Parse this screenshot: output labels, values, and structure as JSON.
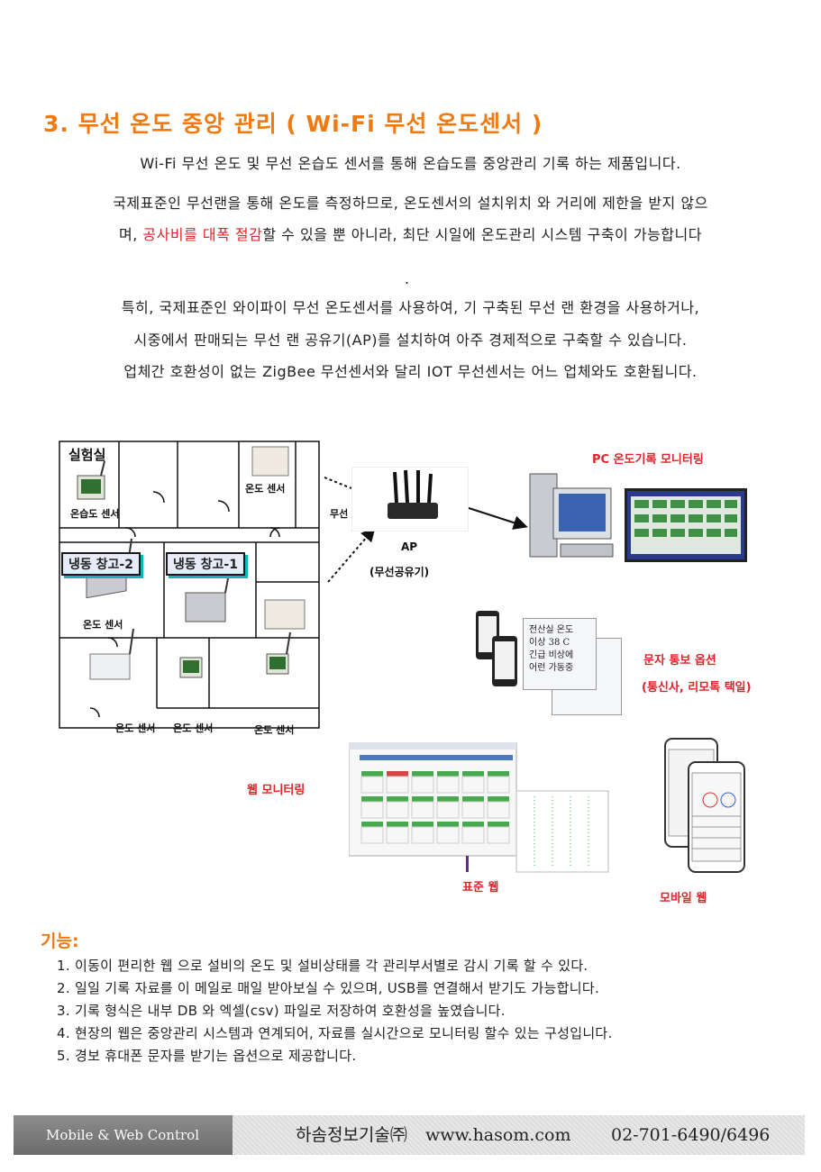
{
  "title": "3.  무선 온도 중앙 관리 ( Wi-Fi 무선 온도센서 )",
  "intro": "Wi-Fi 무선 온도 및 무선 온습도 센서를 통해  온습도를 중앙관리 기록 하는 제품입니다.",
  "para1_line1": "국제표준인 무선랜을 통해 온도를 측정하므로, 온도센서의 설치위치 와 거리에 제한을 받지 않으",
  "para1_line2_a": "며, ",
  "para1_line2_red": "공사비를 대폭 절감",
  "para1_line2_b": "할 수 있을 뿐 아니라, 최단 시일에 온도관리 시스템 구축이 가능합니다",
  "para1_dot": ".",
  "para2_line1": "특히, 국제표준인 와이파이 무선 온도센서를 사용하여, 기 구축된 무선 랜 환경을 사용하거나,",
  "para2_line2": "시중에서 판매되는 무선 랜 공유기(AP)를 설치하여 아주 경제적으로 구축할 수 있습니다.",
  "para2_line3": "업체간 호환성이 없는 ZigBee 무선센서와 달리  IOT 무선센서는 어느 업체와도 호환됩니다.",
  "diagram": {
    "lab": "실험실",
    "humid_sensor": "온습도 센서",
    "temp_sensor_top": "온도 센서",
    "wireless": "무선",
    "freezer2": "냉동 창고-2",
    "freezer1": "냉동 창고-1",
    "temp_sensor_mid": "온도 센서",
    "temp_sensor_b1": "온도 센서",
    "temp_sensor_b2": "온도 센서",
    "temp_sensor_b3": "온도 센서",
    "ap": "AP",
    "ap_sub": "(무선공유기)",
    "pc_monitor": "PC 온도기록 모니터링",
    "sms": "문자 통보 옵션",
    "sms_sub": "(통신사, 리모톡 택일)",
    "bubble_line1": "전산실 온도",
    "bubble_line2": "이상 38 C",
    "bubble_line3": "긴급 비상에",
    "bubble_line4": "어런 가동중",
    "web_monitor": "웹 모니터링",
    "standard_web": "표준 웹",
    "mobile_web": "모바일 웹"
  },
  "features_heading": "기능:",
  "features": [
    "1. 이동이 편리한 웹 으로  설비의 온도 및 설비상태를 각 관리부서별로 감시 기록 할 수 있다.",
    "2. 일일 기록 자료를 이 메일로 매일 받아보실 수 있으며, USB를 연결해서 받기도 가능합니다.",
    "3. 기록 형식은 내부 DB 와 엑셀(csv) 파일로 저장하여 호환성을 높였습니다.",
    "4. 현장의 웹은 중앙관리 시스템과 연계되어, 자료를 실시간으로 모니터링 할수 있는 구성입니다.",
    "5. 경보 휴대폰 문자를 받기는 옵션으로 제공합니다."
  ],
  "footer": {
    "left": "Mobile & Web Control",
    "company": "하솜정보기술㈜",
    "url": "www.hasom.com",
    "phone": "02-701-6490/6496"
  },
  "colors": {
    "accent": "#f07a12",
    "highlight": "#e0242a"
  }
}
